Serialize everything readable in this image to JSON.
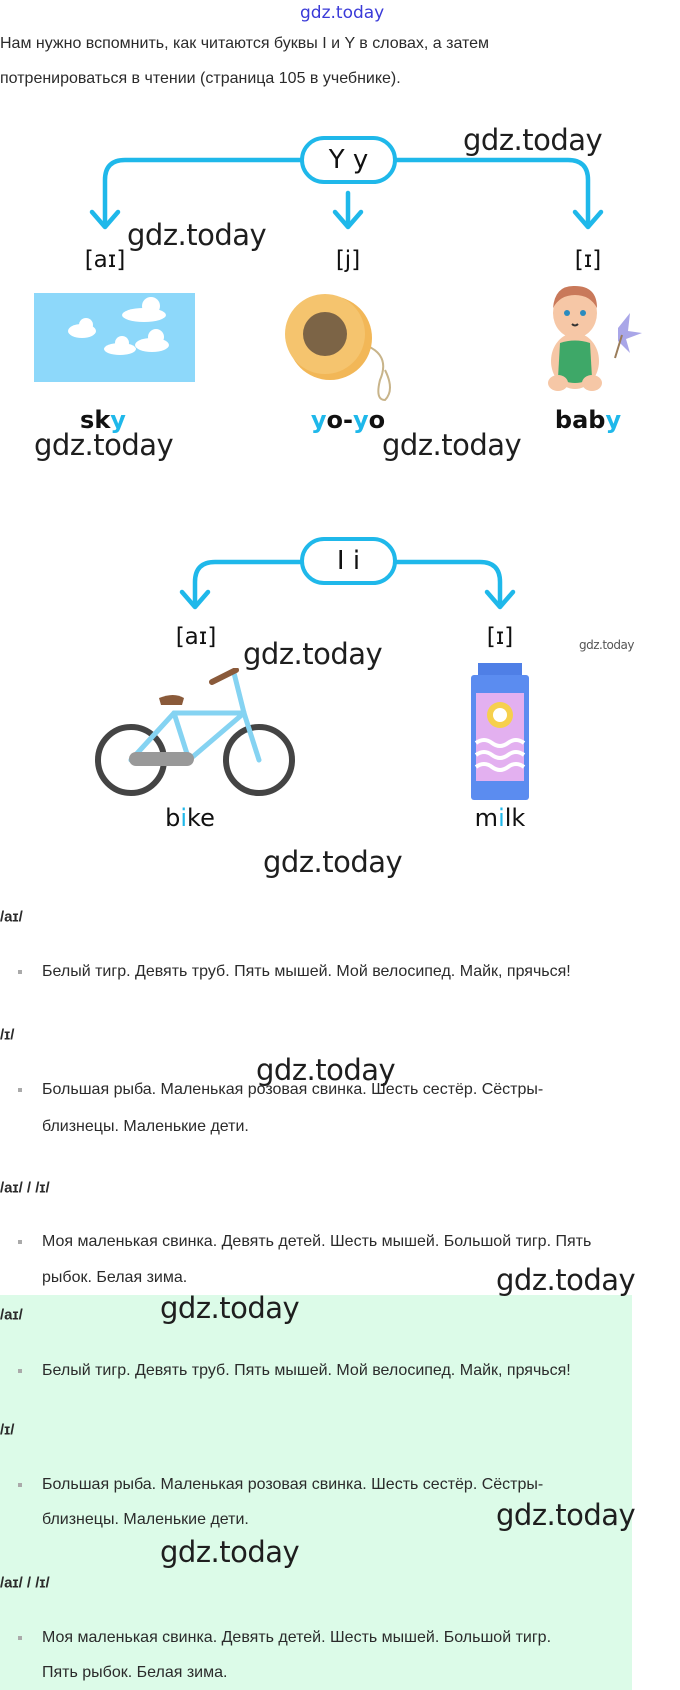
{
  "header_watermark": "gdz.today",
  "intro": [
    "Нам нужно вспомнить, как читаются буквы I и Y в словах, а затем",
    "потренироваться в чтении (страница 105 в учебнике)."
  ],
  "diagram_y": {
    "letter": "Y y",
    "branches": [
      {
        "phonetic": "[aɪ]",
        "word_pre": "sk",
        "word_hl": "y",
        "word_post": "",
        "image": "sky"
      },
      {
        "phonetic": "[j]",
        "word_pre": "",
        "word_hl": "y",
        "word_mid": "o-",
        "word_hl2": "y",
        "word_post": "o",
        "image": "yo-yo"
      },
      {
        "phonetic": "[ɪ]",
        "word_pre": "bab",
        "word_hl": "y",
        "word_post": "",
        "image": "baby"
      }
    ]
  },
  "diagram_i": {
    "letter": "I i",
    "branches": [
      {
        "phonetic": "[aɪ]",
        "word_pre": "b",
        "word_hl": "i",
        "word_post": "ke",
        "image": "bike"
      },
      {
        "phonetic": "[ɪ]",
        "word_pre": "m",
        "word_hl": "i",
        "word_post": "lk",
        "image": "milk"
      }
    ]
  },
  "watermark": "gdz.today",
  "colors": {
    "accent": "#1fb8ea",
    "highlight_bg": "#dcfbe8"
  },
  "sections": [
    {
      "heading": "/aɪ/",
      "lines": [
        "Белый тигр. Девять труб. Пять мышей. Мой велосипед. Майк, прячься!"
      ]
    },
    {
      "heading": "/ɪ/",
      "lines": [
        "Большая рыба. Маленькая розовая свинка. Шесть сестёр. Сёстры-",
        "близнецы. Маленькие дети."
      ]
    },
    {
      "heading": "/aɪ/ / /ɪ/",
      "lines": [
        "Моя маленькая свинка. Девять детей. Шесть мышей. Большой тигр. Пять",
        "рыбок. Белая зима."
      ]
    }
  ],
  "answer_sections": [
    {
      "heading": "/aɪ/",
      "lines": [
        "Белый тигр. Девять труб. Пять мышей. Мой велосипед. Майк, прячься!"
      ]
    },
    {
      "heading": "/ɪ/",
      "lines": [
        "Большая рыба. Маленькая розовая свинка. Шесть сестёр. Сёстры-",
        "близнецы. Маленькие дети."
      ]
    },
    {
      "heading": "/aɪ/ / /ɪ/",
      "lines": [
        "Моя маленькая свинка. Девять детей. Шесть мышей. Большой тигр.",
        "Пять рыбок. Белая зима."
      ]
    }
  ]
}
